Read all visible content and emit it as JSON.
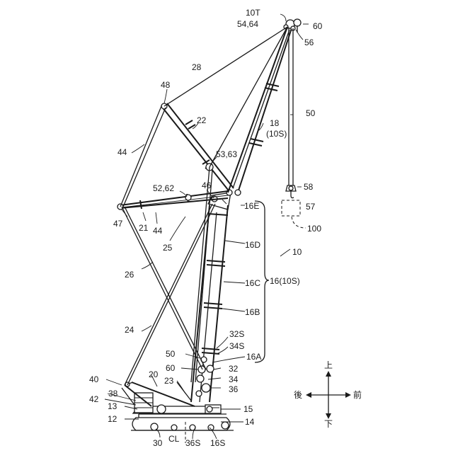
{
  "labels": {
    "l10T": "10T",
    "l5464": "54,64",
    "l60a": "60",
    "l56": "56",
    "l28": "28",
    "l50a": "50",
    "l48": "48",
    "l22": "22",
    "l18": "18",
    "l10S": "(10S)",
    "l44a": "44",
    "l5363": "53,63",
    "l5262": "52,62",
    "l46": "46",
    "l58": "58",
    "l16E": "16E",
    "l57": "57",
    "l47": "47",
    "l21": "21",
    "l44b": "44",
    "l100": "100",
    "l25": "25",
    "l16D": "16D",
    "l10": "10",
    "l26": "26",
    "l16C": "16C",
    "l1610S": "16(10S)",
    "l16B": "16B",
    "l24": "24",
    "l32S": "32S",
    "l34S": "34S",
    "l50b": "50",
    "l16A": "16A",
    "l60b": "60",
    "l32": "32",
    "l40": "40",
    "l20": "20",
    "l23": "23",
    "l34": "34",
    "l36": "36",
    "l38": "38",
    "l42": "42",
    "l13": "13",
    "l15": "15",
    "l12": "12",
    "l14": "14",
    "l30": "30",
    "lCL": "CL",
    "l36S": "36S",
    "l16S": "16S"
  },
  "directions": {
    "up": "上",
    "down": "下",
    "back": "後",
    "front": "前"
  }
}
